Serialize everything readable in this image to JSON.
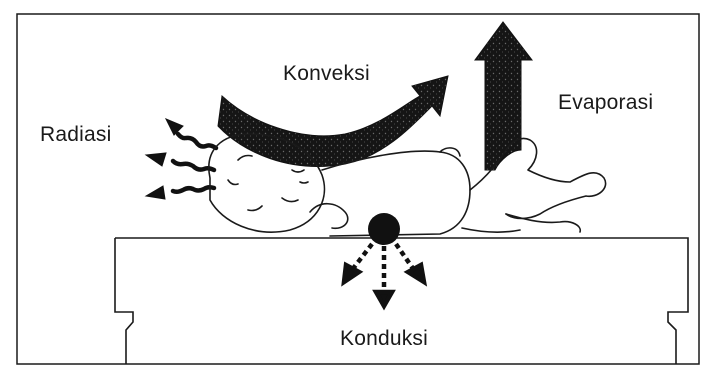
{
  "labels": {
    "konveksi": "Konveksi",
    "radiasi": "Radiasi",
    "evaporasi": "Evaporasi",
    "konduksi": "Konduksi"
  },
  "colors": {
    "ink": "#1a1a1a",
    "paper": "#ffffff",
    "arrow_fill": "#111111"
  }
}
